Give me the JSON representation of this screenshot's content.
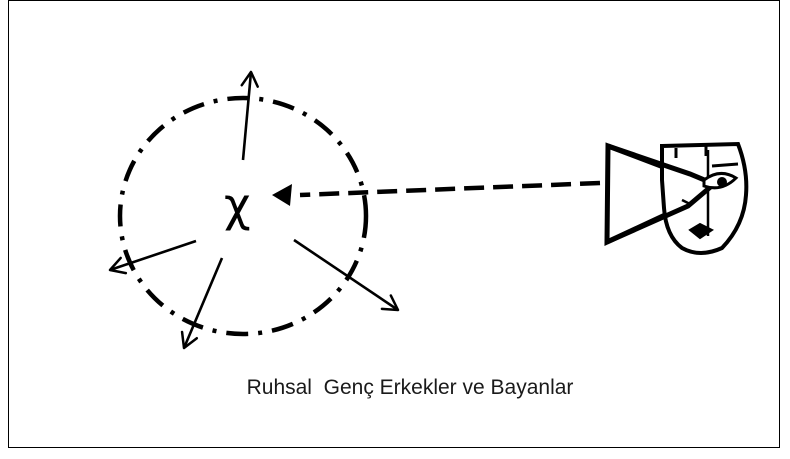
{
  "diagram": {
    "center_symbol": "χ",
    "caption": "Ruhsal  Genç Erkekler ve Bayanlar"
  },
  "colors": {
    "ink": "#000000",
    "background": "#ffffff"
  },
  "icons": {
    "observer": "face-with-megaphone-icon",
    "center": "chi-symbol"
  }
}
